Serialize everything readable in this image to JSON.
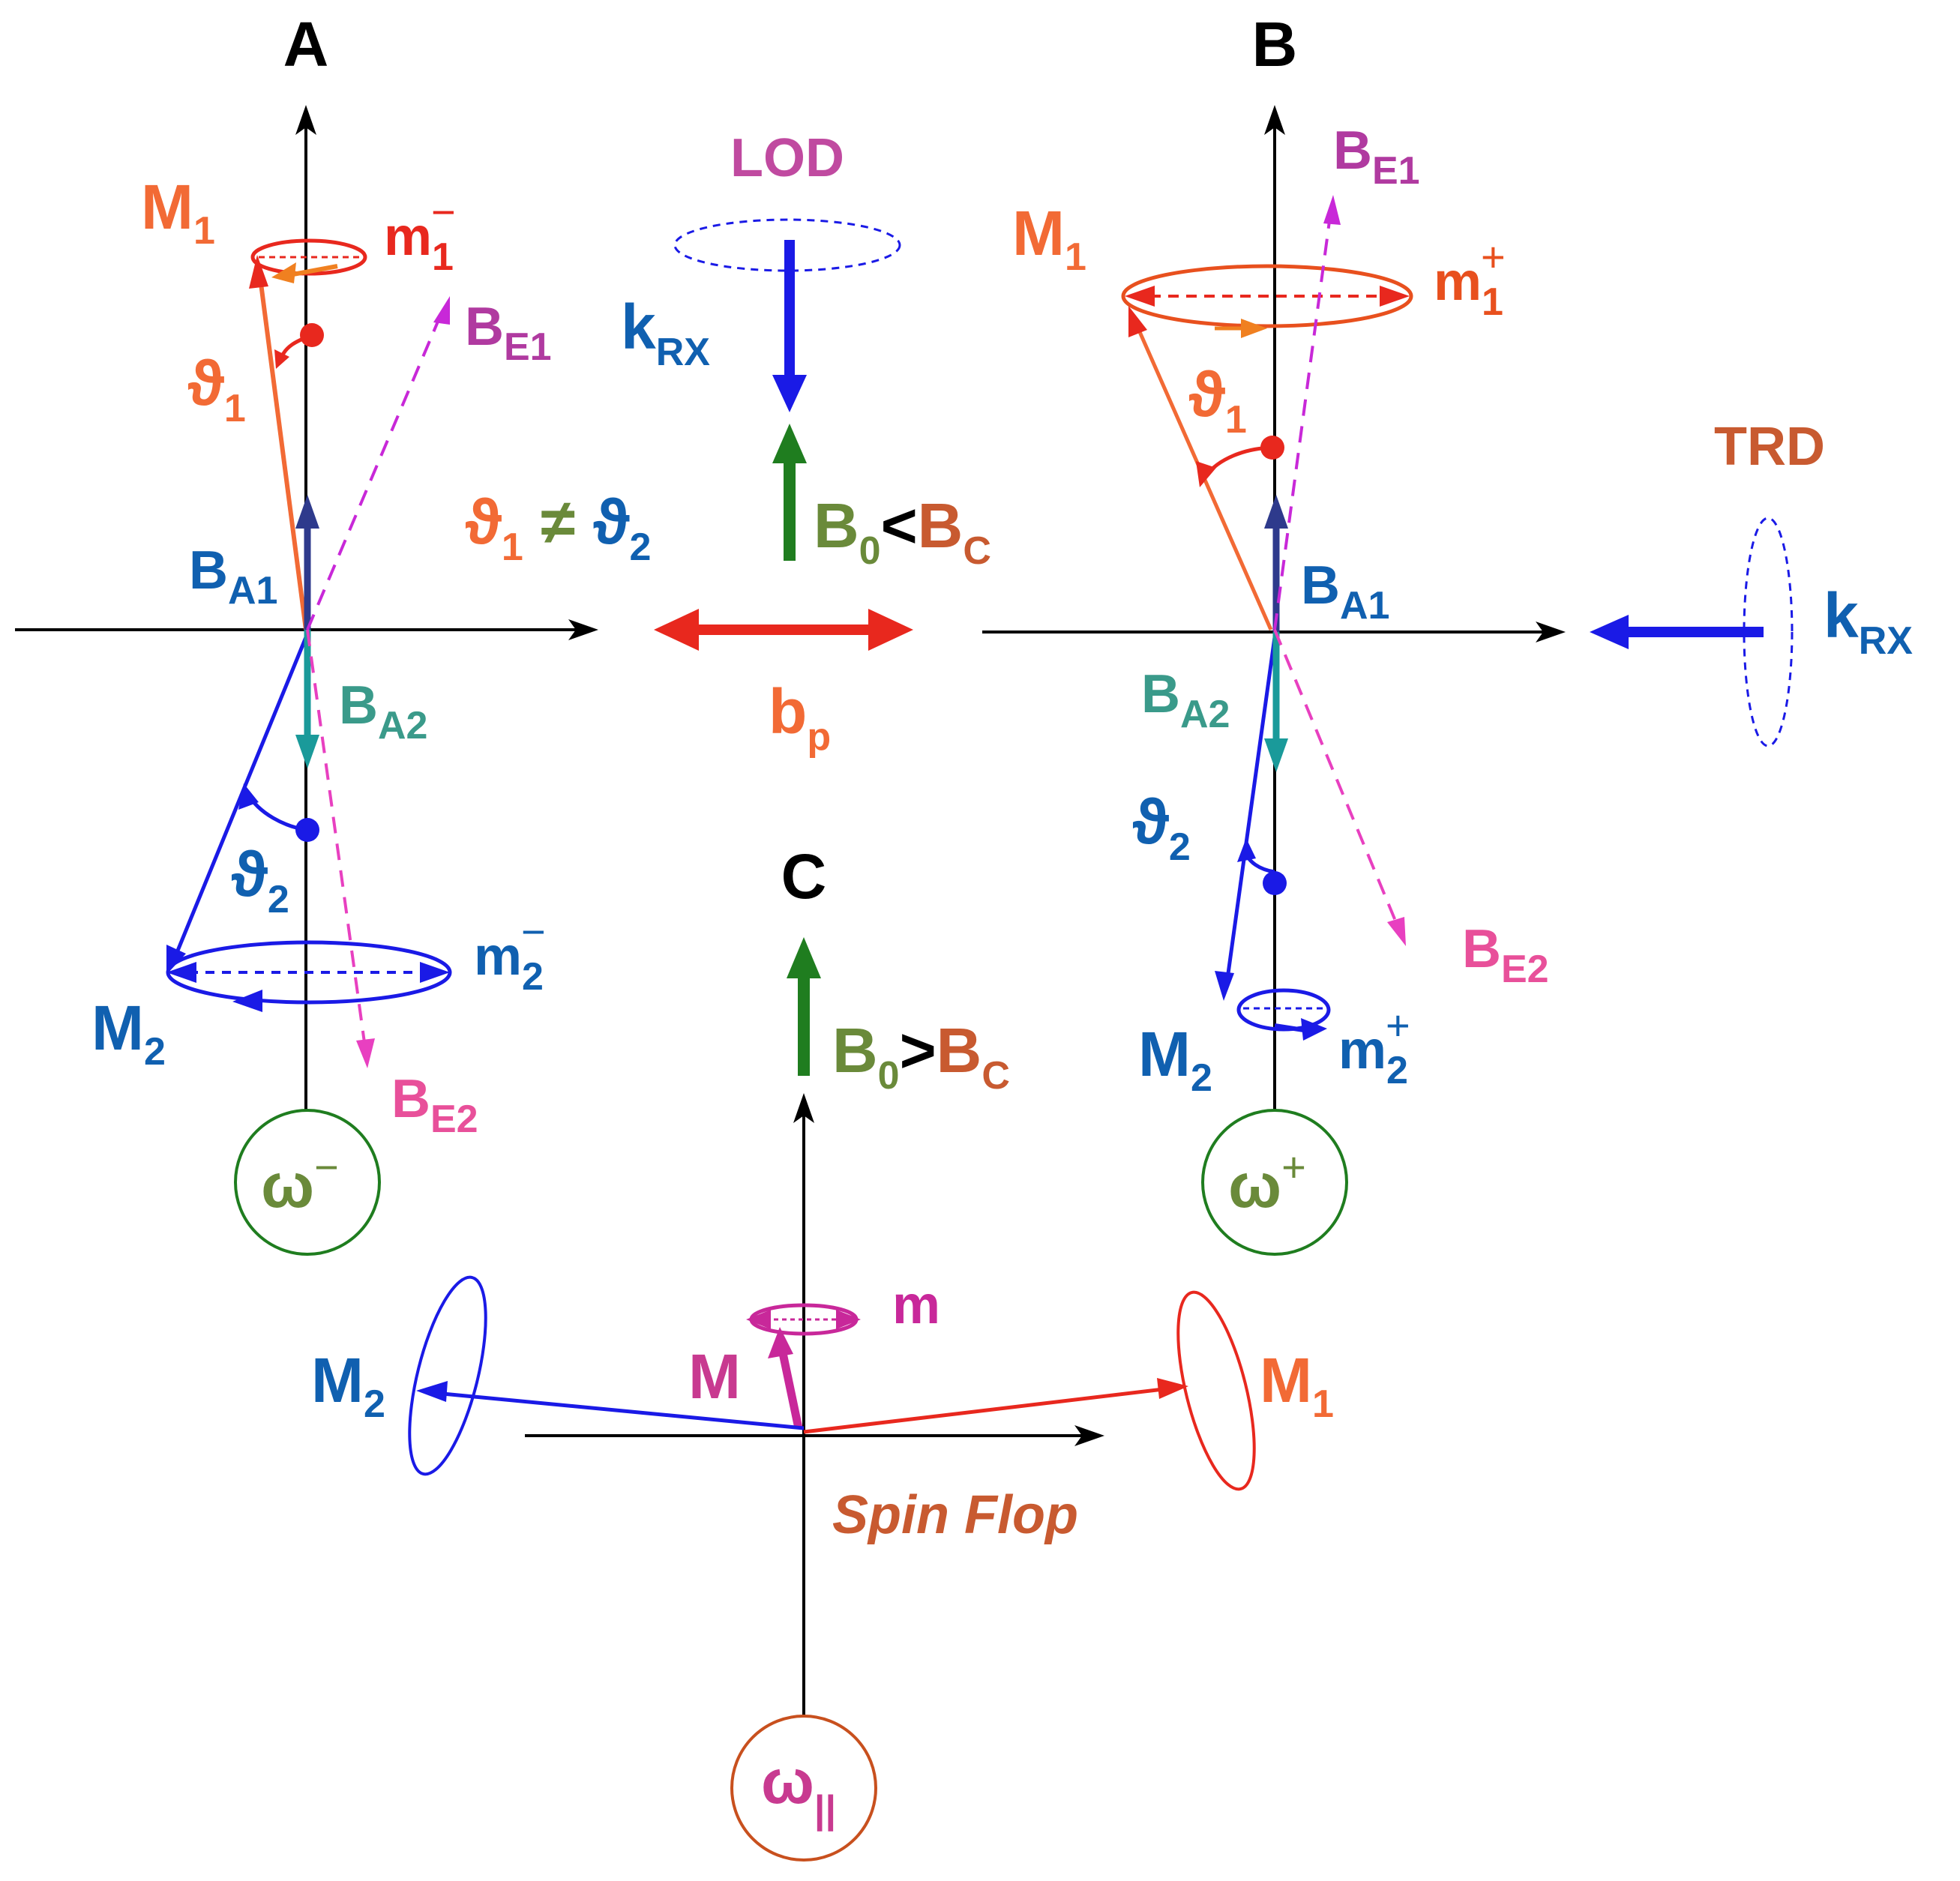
{
  "panels": {
    "A": {
      "title": "A",
      "M1": {
        "base": "M",
        "sub": "1"
      },
      "m1": {
        "base": "m",
        "sub": "1",
        "sup": "−"
      },
      "BE1": {
        "base": "B",
        "sub": "E1"
      },
      "theta1": {
        "base": "ϑ",
        "sub": "1"
      },
      "BA1": {
        "base": "B",
        "sub": "A1"
      },
      "BA2": {
        "base": "B",
        "sub": "A2"
      },
      "theta2": {
        "base": "ϑ",
        "sub": "2"
      },
      "m2": {
        "base": "m",
        "sub": "2",
        "sup": "−"
      },
      "M2": {
        "base": "M",
        "sub": "2"
      },
      "BE2": {
        "base": "B",
        "sub": "E2"
      },
      "omega": {
        "base": "ω",
        "sup": "−"
      }
    },
    "B": {
      "title": "B",
      "BE1": {
        "base": "B",
        "sub": "E1"
      },
      "M1": {
        "base": "M",
        "sub": "1"
      },
      "m1": {
        "base": "m",
        "sub": "1",
        "sup": "+"
      },
      "theta1": {
        "base": "ϑ",
        "sub": "1"
      },
      "BA1": {
        "base": "B",
        "sub": "A1"
      },
      "BA2": {
        "base": "B",
        "sub": "A2"
      },
      "theta2": {
        "base": "ϑ",
        "sub": "2"
      },
      "BE2": {
        "base": "B",
        "sub": "E2"
      },
      "M2": {
        "base": "M",
        "sub": "2"
      },
      "m2": {
        "base": "m",
        "sub": "2",
        "sup": "+"
      },
      "omega": {
        "base": "ω",
        "sup": "+"
      },
      "trd": "TRD",
      "krx": {
        "base": "k",
        "sub": "RX"
      }
    },
    "C": {
      "title": "C",
      "b0": {
        "base": "B",
        "sub": "0",
        "op": ">",
        "base2": "B",
        "sub2": "C"
      },
      "m": "m",
      "M": "M",
      "M1": {
        "base": "M",
        "sub": "1"
      },
      "M2": {
        "base": "M",
        "sub": "2"
      },
      "spin_flop": "Spin Flop",
      "omega": {
        "base": "ω",
        "sub": "||"
      }
    }
  },
  "center": {
    "lod": "LOD",
    "krx": {
      "base": "k",
      "sub": "RX"
    },
    "theta_relation": {
      "t1": "ϑ",
      "s1": "1",
      "op": " ≠ ",
      "t2": "ϑ",
      "s2": "2"
    },
    "b0": {
      "base": "B",
      "sub": "0",
      "op": "<",
      "base2": "B",
      "sub2": "C"
    },
    "bp": {
      "base": "b",
      "sub": "p"
    }
  },
  "colors": {
    "orange": "#f26a35",
    "red": "#e8281e",
    "magenta": "#c828d8",
    "pink": "#e8509a",
    "blue": "#1a1ae6",
    "darkblue": "#1060b0",
    "navy": "#2e3a8c",
    "teal": "#1a9a9a",
    "green": "#1f7d1f",
    "olive": "#6a8a3a",
    "purple": "#b03aa0",
    "brown": "#c85a30"
  }
}
